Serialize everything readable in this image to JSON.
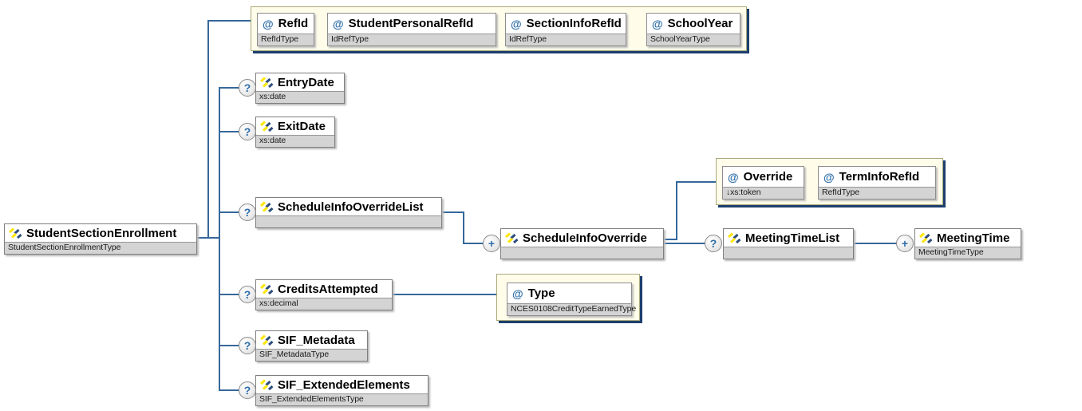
{
  "colors": {
    "connector": "#36689b",
    "node_border": "#7f7f7f",
    "node_type_bg": "#d4d4d4",
    "attr_container_bg": "#fffdea",
    "attr_container_border": "#a8a878",
    "attr_container_shadow": "#1c3f6e",
    "occurrence_symbol_color": "#2d6da8",
    "attribute_at_color": "#2d6da8",
    "icon_yellow": "#ffe60a",
    "icon_navy": "#2e4d7b"
  },
  "root": {
    "name": "StudentSectionEnrollment",
    "type": "StudentSectionEnrollmentType"
  },
  "main_attributes": [
    {
      "prefix": "@",
      "name": "RefId",
      "type": "RefIdType"
    },
    {
      "prefix": "@",
      "name": "StudentPersonalRefId",
      "type": "IdRefType"
    },
    {
      "prefix": "@",
      "name": "SectionInfoRefId",
      "type": "IdRefType"
    },
    {
      "prefix": "@",
      "name": "SchoolYear",
      "type": "SchoolYearType"
    }
  ],
  "child_elements": [
    {
      "name": "EntryDate",
      "type": "xs:date",
      "occurs": "?"
    },
    {
      "name": "ExitDate",
      "type": "xs:date",
      "occurs": "?"
    },
    {
      "name": "ScheduleInfoOverrideList",
      "type": "",
      "occurs": "?"
    },
    {
      "name": "CreditsAttempted",
      "type": "xs:decimal",
      "occurs": "?"
    },
    {
      "name": "SIF_Metadata",
      "type": "SIF_MetadataType",
      "occurs": "?"
    },
    {
      "name": "SIF_ExtendedElements",
      "type": "SIF_ExtendedElementsType",
      "occurs": "?"
    }
  ],
  "schedule_info_override": {
    "name": "ScheduleInfoOverride",
    "type": "",
    "occurs": "+"
  },
  "override_attributes": [
    {
      "prefix": "@",
      "name": "Override",
      "type": "↓xs:token"
    },
    {
      "prefix": "@",
      "name": "TermInfoRefId",
      "type": "RefIdType"
    }
  ],
  "meeting_time_list": {
    "name": "MeetingTimeList",
    "type": "",
    "occurs": "?"
  },
  "meeting_time": {
    "name": "MeetingTime",
    "type": "MeetingTimeType",
    "occurs": "+"
  },
  "credits_attempted_attributes": [
    {
      "prefix": "@",
      "name": "Type",
      "type": "NCES0108CreditTypeEarnedType"
    }
  ]
}
